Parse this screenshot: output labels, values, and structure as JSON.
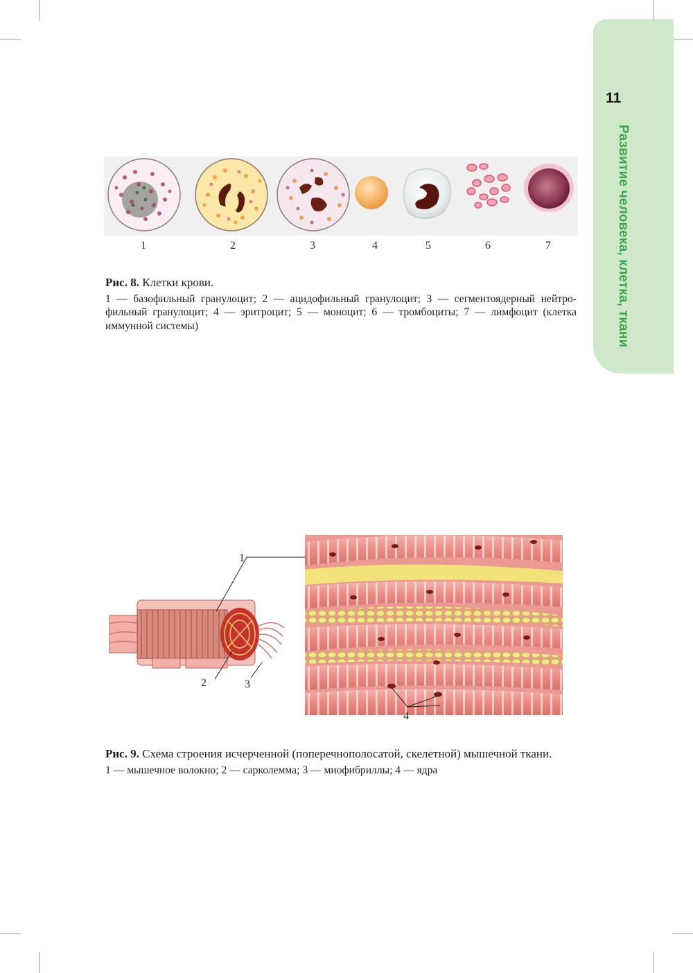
{
  "page": {
    "number": "11",
    "section_title": "Развитие человека, клетка, ткани",
    "colors": {
      "tab": "#cfe8c9",
      "section_title": "#3aa64a"
    }
  },
  "figure8": {
    "cell_numbers": [
      "1",
      "2",
      "3",
      "4",
      "5",
      "6",
      "7"
    ],
    "caption_label": "Рис. 8.",
    "caption_title": "Клетки крови.",
    "legend": "1 — базофильный гранулоцит; 2 — ацидофильный гранулоцит; 3 — сегментоядерный нейтро-фильный гранулоцит; 4 — эритроцит; 5 — моноцит; 6 — тромбоциты; 7 — лимфоцит (клетка иммунной системы)"
  },
  "figure9": {
    "labels": {
      "fiber": "1",
      "sarcolemma": "2",
      "myofibrils": "3",
      "nuclei": "4"
    },
    "caption_label": "Рис. 9.",
    "caption_title": "Схема строения исчерченной (поперечнополосатой, скелетной) мышечной ткани.",
    "legend": "1 — мышечное волокно; 2 — сарколемма; 3 — миофибриллы; 4 — ядра"
  }
}
